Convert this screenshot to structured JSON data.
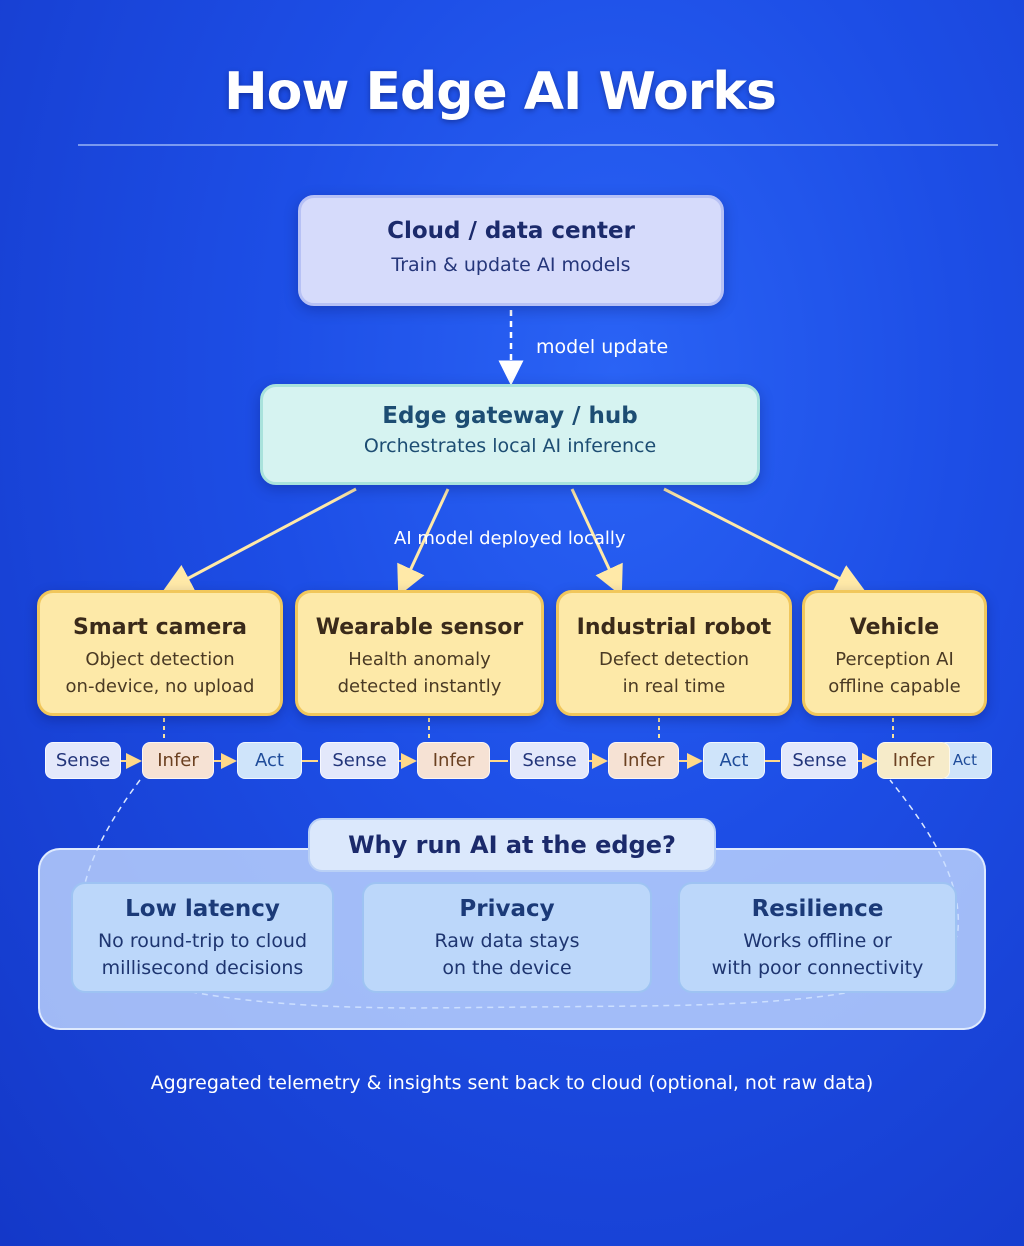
{
  "title": "How Edge AI Works",
  "cloud": {
    "title": "Cloud / data center",
    "subtitle": "Train & update AI models"
  },
  "model_update_label": "model update",
  "hub": {
    "title": "Edge gateway / hub",
    "subtitle": "Orchestrates local AI inference"
  },
  "deployed_label": "AI model deployed locally",
  "devices": [
    {
      "title": "Smart camera",
      "line1": "Object detection",
      "line2": "on-device, no upload"
    },
    {
      "title": "Wearable sensor",
      "line1": "Health anomaly",
      "line2": "detected instantly"
    },
    {
      "title": "Industrial robot",
      "line1": "Defect detection",
      "line2": "in real time"
    },
    {
      "title": "Vehicle",
      "line1": "Perception AI",
      "line2": "offline capable"
    }
  ],
  "steps": [
    "Sense",
    "Infer",
    "Act",
    "Sense",
    "Infer",
    "Sense",
    "Infer",
    "Act",
    "Sense",
    "Infer",
    "Act"
  ],
  "why": {
    "title": "Why run AI at the edge?",
    "benefits": [
      {
        "title": "Low latency",
        "line1": "No round-trip to cloud",
        "line2": "millisecond decisions"
      },
      {
        "title": "Privacy",
        "line1": "Raw data stays",
        "line2": "on the device"
      },
      {
        "title": "Resilience",
        "line1": "Works offline or",
        "line2": "with poor connectivity"
      }
    ]
  },
  "footer": "Aggregated telemetry & insights sent back to cloud (optional, not raw data)",
  "colors": {
    "background": "#1d4ee6",
    "cloud_box": "#d6dbfb",
    "hub_box": "#d6f3f1",
    "device_box": "#fde9a8",
    "arrow": "#ffe9a8"
  }
}
